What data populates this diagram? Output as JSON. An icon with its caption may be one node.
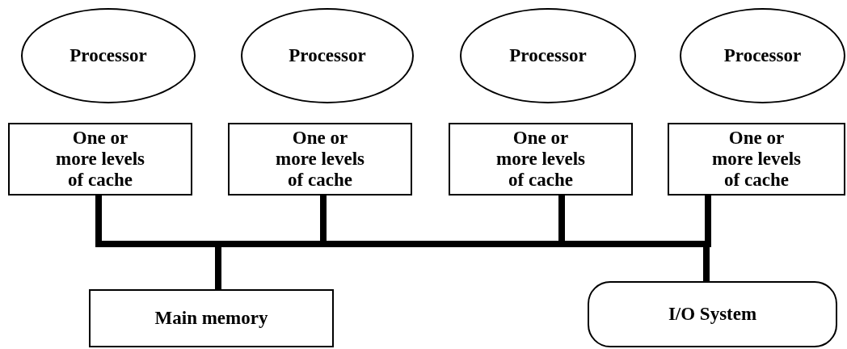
{
  "diagram": {
    "nodes": [
      {
        "text": [
          "Processor"
        ]
      },
      {
        "text": [
          "Processor"
        ]
      },
      {
        "text": [
          "Processor"
        ]
      },
      {
        "text": [
          "Processor"
        ]
      },
      {
        "text": [
          "One or more levels of cache"
        ]
      },
      {
        "text": [
          "One or more levels of cache"
        ]
      },
      {
        "text": [
          "One or more levels of cache"
        ]
      },
      {
        "text": [
          "One or more levels of cache"
        ]
      },
      {
        "text": [
          "Main memory"
        ]
      },
      {
        "text": [
          "I/O System"
        ]
      }
    ],
    "edges": [
      {
        "from": 4,
        "to": 8,
        "arrow": "none"
      },
      {
        "from": 5,
        "to": 8,
        "arrow": "none"
      },
      {
        "from": 6,
        "to": 8,
        "arrow": "none"
      },
      {
        "from": 7,
        "to": 8,
        "arrow": "none"
      },
      {
        "from": 4,
        "to": 9,
        "arrow": "none"
      },
      {
        "from": 5,
        "to": 9,
        "arrow": "none"
      },
      {
        "from": 6,
        "to": 9,
        "arrow": "none"
      },
      {
        "from": 7,
        "to": 9,
        "arrow": "none"
      }
    ]
  }
}
